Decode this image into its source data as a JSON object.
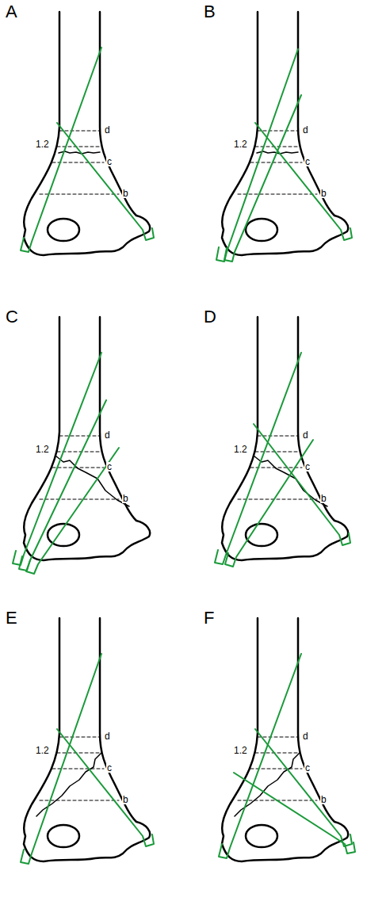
{
  "diagram": {
    "labels": [
      "A",
      "d",
      "1.2",
      "c",
      "b",
      "B",
      "d",
      "1.2",
      "c",
      "b",
      "C",
      "d",
      "1.2",
      "c",
      "b",
      "D",
      "d",
      "1.2",
      "c",
      "b",
      "E",
      "d",
      "1.2",
      "c",
      "b",
      "F",
      "d",
      "1.2",
      "c",
      "b"
    ]
  }
}
